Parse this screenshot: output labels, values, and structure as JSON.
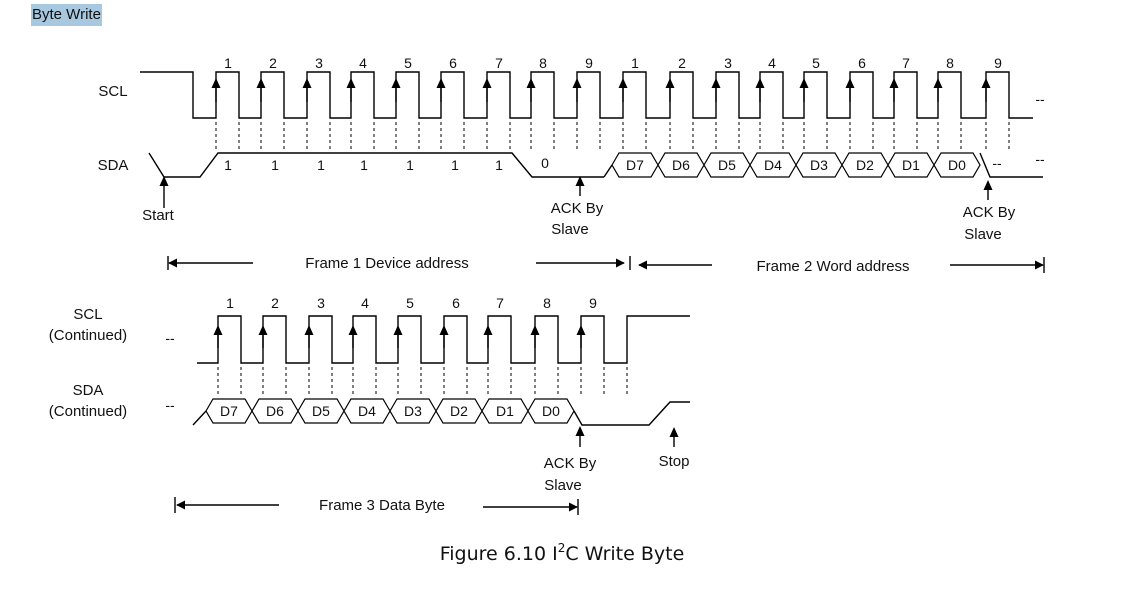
{
  "header": {
    "title": "Byte Write"
  },
  "signals": {
    "scl": "SCL",
    "sda": "SDA",
    "scl_continued": [
      "SCL",
      "(Continued)"
    ],
    "sda_continued": [
      "SDA",
      "(Continued)"
    ]
  },
  "clock_numbers": [
    "1",
    "2",
    "3",
    "4",
    "5",
    "6",
    "7",
    "8",
    "9"
  ],
  "address_bits": [
    "1",
    "1",
    "1",
    "1",
    "1",
    "1",
    "1",
    "0"
  ],
  "data_bits": [
    "D7",
    "D6",
    "D5",
    "D4",
    "D3",
    "D2",
    "D1",
    "D0"
  ],
  "continuation": "--",
  "annotations": {
    "start": "Start",
    "stop": "Stop",
    "ack": [
      "ACK By",
      "Slave"
    ]
  },
  "frames": {
    "frame1": "Frame 1 Device address",
    "frame2": "Frame 2 Word address",
    "frame3": "Frame 3 Data Byte"
  },
  "caption": {
    "prefix": "Figure 6.10  I",
    "superscript": "2",
    "suffix": "C Write Byte"
  }
}
